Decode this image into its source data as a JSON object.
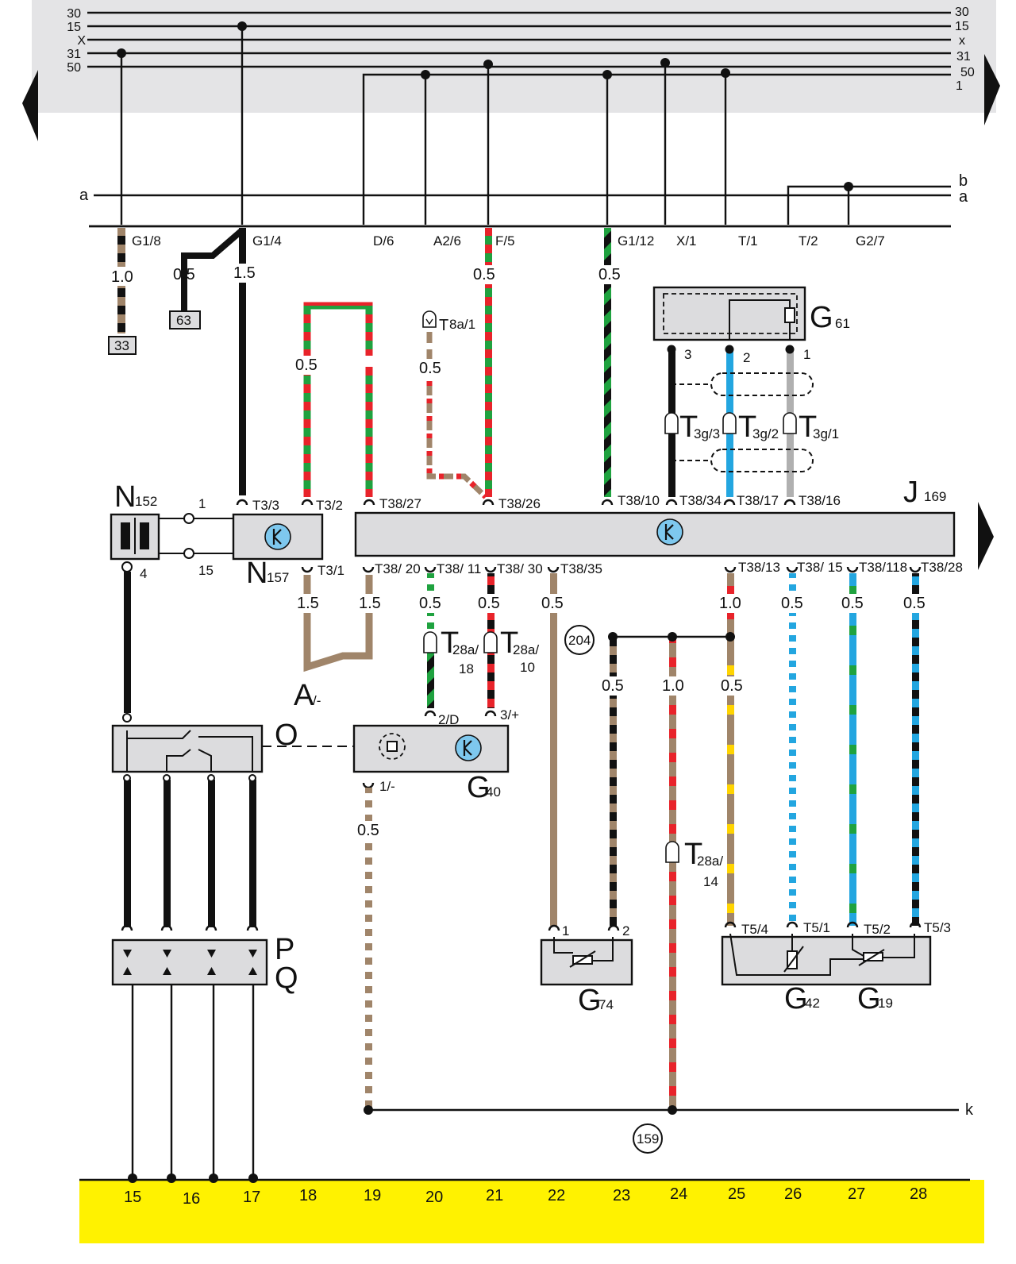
{
  "colors": {
    "top_band": "#e4e4e6",
    "bottom_band": "#fff200",
    "component_fill": "#dcdcde",
    "brown": "#a0856a",
    "green": "#1fa23f",
    "red": "#e8232a",
    "blue": "#23a6e0",
    "grey": "#b0b0b0",
    "yellow": "#ffd400",
    "icon_blue": "#7ec8ee"
  },
  "rails": {
    "left": [
      "30",
      "15",
      "X",
      "31",
      "50"
    ],
    "right": [
      "30",
      "15",
      "x",
      "31",
      "50",
      "1"
    ]
  },
  "bus": {
    "a_left": "a",
    "b_right": "b",
    "a_right": "a",
    "k_right": "k"
  },
  "bus_labels": [
    "G1/8",
    "G1/4",
    "D/6",
    "A2/6",
    "F/5",
    "G1/12",
    "X/1",
    "T/1",
    "T/2",
    "G2/7"
  ],
  "wire_sizes": {
    "w_33": "1.0",
    "w_63": "0.5",
    "w_g14": "1.5",
    "w_loop": "0.5",
    "w_t8a": "0.5",
    "w_f5": "0.5",
    "w_g112": "0.5",
    "w_t31": "1.5",
    "w_t3827": "1.5",
    "w_t3820": "0.5",
    "w_t3811": "0.5",
    "w_t3830": "0.5",
    "w_t3813": "1.0",
    "w_t3815": "0.5",
    "w_t38118": "0.5",
    "w_t3828": "0.5",
    "w_g74a": "0.5",
    "w_mid": "1.0",
    "w_g42a": "0.5",
    "w_g40b": "0.5"
  },
  "boxes": {
    "b33": "33",
    "b63": "63"
  },
  "components": {
    "G61": {
      "main": "G",
      "sub": "61",
      "pin3": "3",
      "pin2": "2",
      "pin1": "1"
    },
    "N152": {
      "main": "N",
      "sub": "152",
      "pin1": "1",
      "pin4": "4",
      "pin15": "15"
    },
    "N157": {
      "main": "N",
      "sub": "157"
    },
    "J169": {
      "main": "J",
      "sub": "169"
    },
    "O": "O",
    "G40": {
      "main": "G",
      "sub": "40"
    },
    "A": {
      "main": "A",
      "sub": "/-"
    },
    "P": "P",
    "Q": "Q",
    "G74": {
      "main": "G",
      "sub": "74"
    },
    "G42": {
      "main": "G",
      "sub": "42"
    },
    "G19": {
      "main": "G",
      "sub": "19"
    }
  },
  "connectors": {
    "T8a": {
      "main": "T",
      "sub": "8a/1"
    },
    "T3g3": {
      "main": "T",
      "sub": "3g/3"
    },
    "T3g2": {
      "main": "T",
      "sub": "3g/2"
    },
    "T3g1": {
      "main": "T",
      "sub": "3g/1"
    },
    "T28a18": {
      "main": "T",
      "sub": "28a/",
      "pin": "18"
    },
    "T28a10": {
      "main": "T",
      "sub": "28a/",
      "pin": "10"
    },
    "T28a14": {
      "main": "T",
      "sub": "28a/",
      "pin": "14"
    }
  },
  "pins": {
    "t33": "T3/3",
    "t32": "T3/2",
    "t3827": "T38/27",
    "t3826": "T38/26",
    "t3810": "T38/10",
    "t3834": "T38/34",
    "t3817": "T38/17",
    "t3816": "T38/16",
    "t31": "T3/1",
    "t3820": "T38/ 20",
    "t3811": "T38/ 11",
    "t3830": "T38/ 30",
    "t3835": "T38/35",
    "t3813": "T38/13",
    "t3815": "T38/ 15",
    "t38118": "T38/118",
    "t3828": "T38/28",
    "g40_2d": "2/D",
    "g40_3p": "3/+",
    "g40_1m": "1/-",
    "g74_1": "1",
    "g74_2": "2",
    "t54": "T5/4",
    "t51": "T5/1",
    "t52": "T5/2",
    "t53": "T5/3"
  },
  "ground_points": {
    "g204": "204",
    "g159": "159"
  },
  "columns": [
    "15",
    "16",
    "17",
    "18",
    "19",
    "20",
    "21",
    "22",
    "23",
    "24",
    "25",
    "26",
    "27",
    "28"
  ]
}
